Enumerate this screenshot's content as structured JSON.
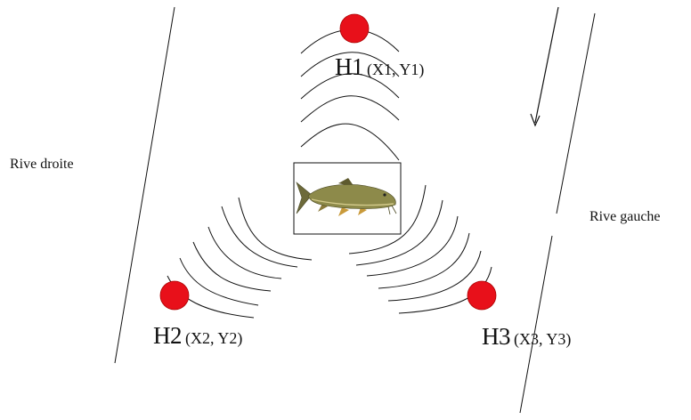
{
  "banks": {
    "right_bank": "Rive droite",
    "left_bank": "Rive gauche"
  },
  "hydrophones": [
    {
      "name": "H1",
      "coords": "(X1, Y1)"
    },
    {
      "name": "H2",
      "coords": "(X2, Y2)"
    },
    {
      "name": "H3",
      "coords": "(X3, Y3)"
    }
  ],
  "colors": {
    "hydrophone": "#e8101a",
    "line": "#111111"
  },
  "icons": {
    "fish": "fish-icon",
    "flow": "flow-arrow-icon"
  }
}
